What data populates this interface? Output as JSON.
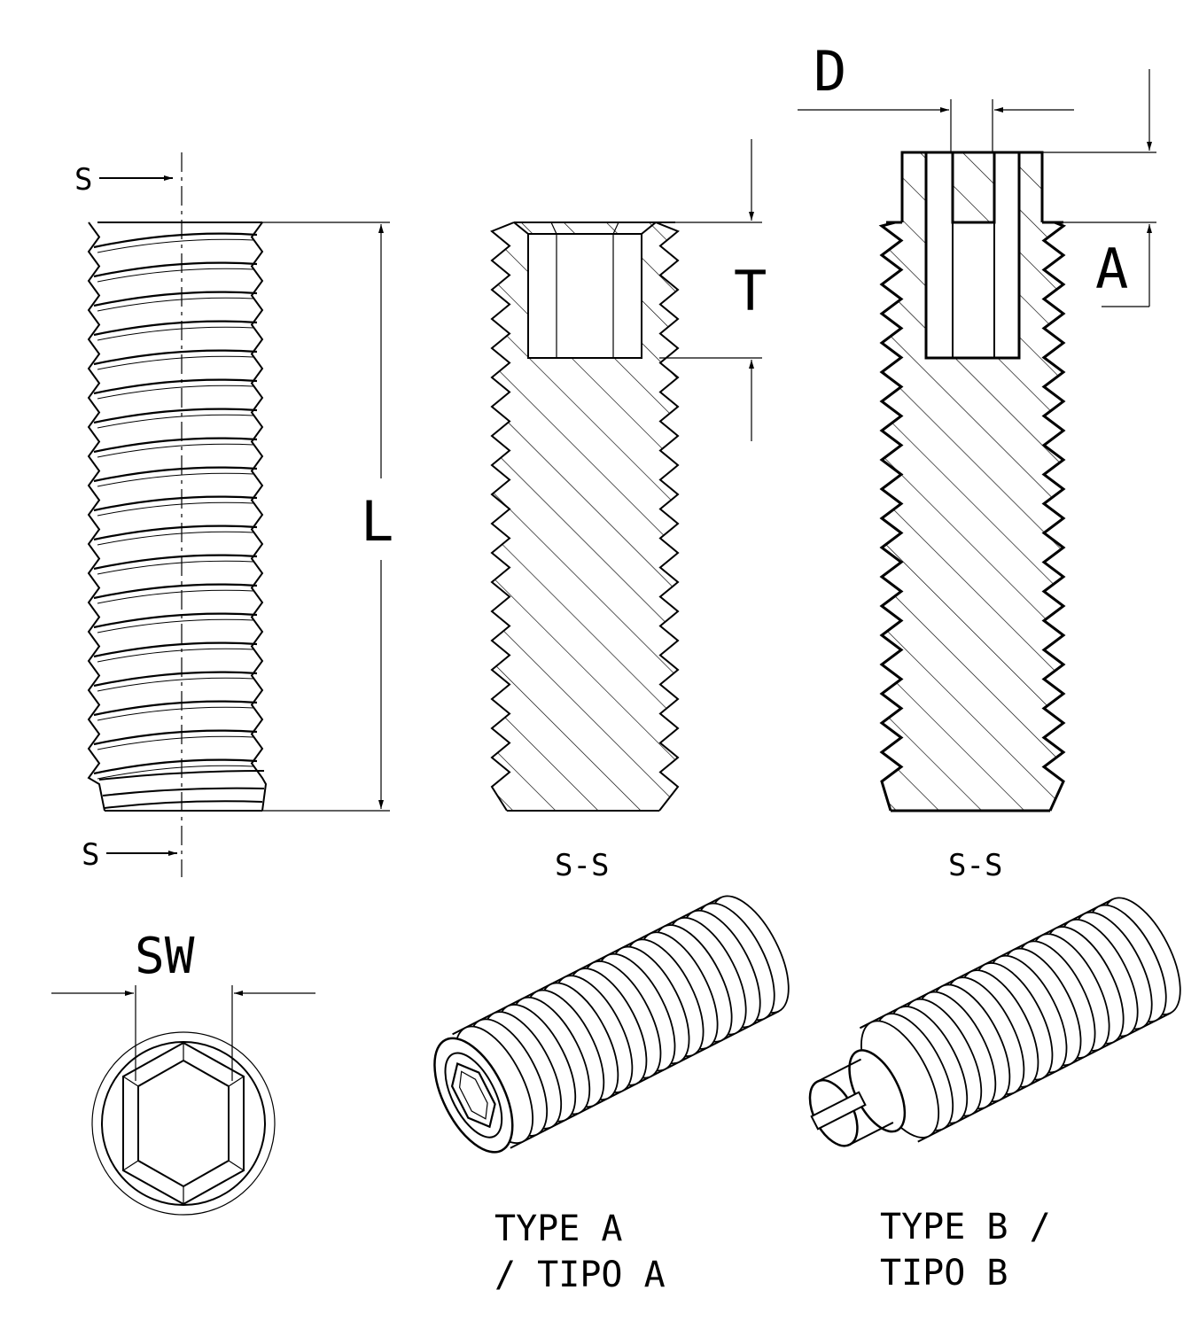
{
  "labels": {
    "D": "D",
    "T": "T",
    "A": "A",
    "L": "L",
    "SW": "SW",
    "section_marker_top": "S",
    "section_marker_bottom": "S",
    "section_view_1": "S-S",
    "section_view_2": "S-S",
    "type_a_line1": "TYPE A",
    "type_a_line2": "/ TIPO A",
    "type_b_line1": "TYPE B /",
    "type_b_line2": "TIPO B"
  },
  "colors": {
    "line": "#000000",
    "background": "#ffffff",
    "thread_gray": "#555555"
  }
}
